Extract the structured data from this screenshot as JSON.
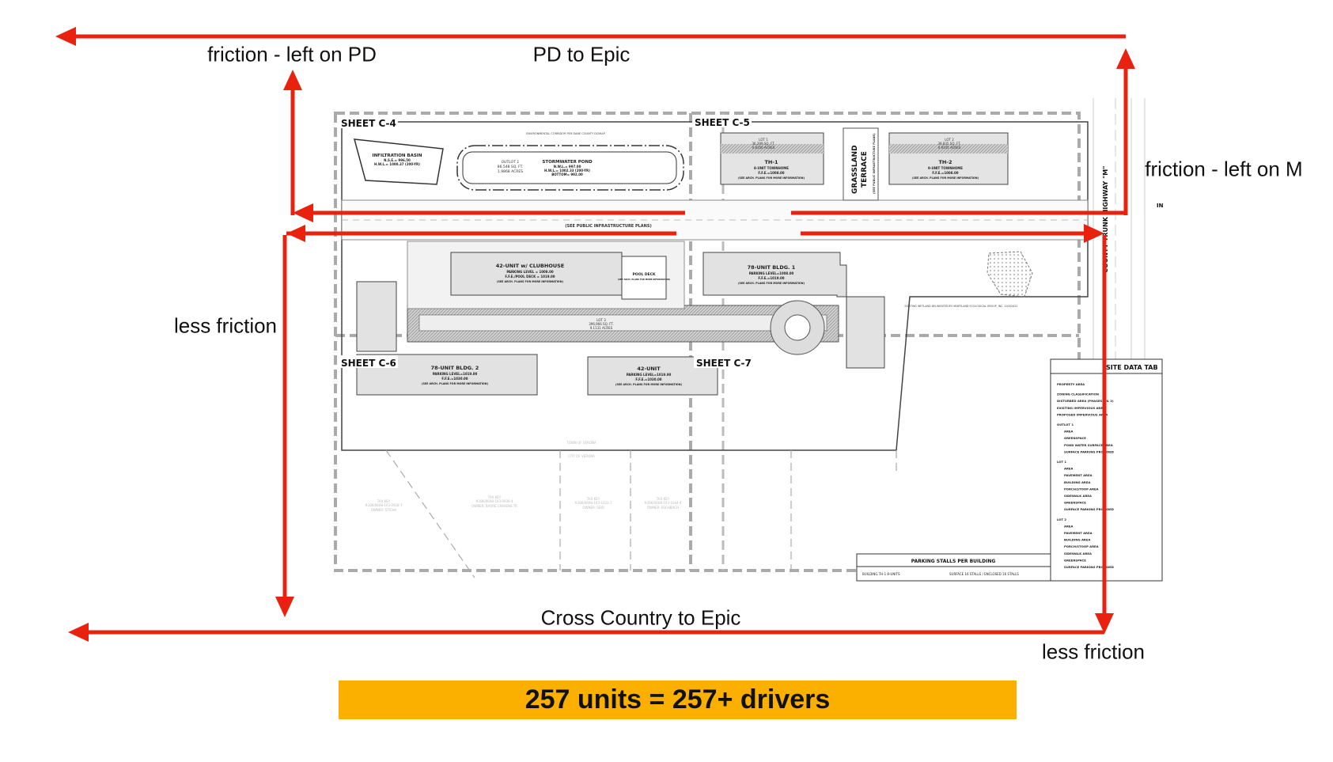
{
  "labels": {
    "top_left": "friction - left on PD",
    "top_center": "PD to Epic",
    "right": "friction - left on M",
    "left_middle": "less friction",
    "bottom_center": "Cross Country to Epic",
    "bottom_right": "less friction"
  },
  "banner": "257 units = 257+ drivers",
  "colors": {
    "arrow": "#e8220f",
    "banner": "#fbb000"
  },
  "plan": {
    "sheets": [
      "SHEET C-4",
      "SHEET C-5",
      "SHEET C-6",
      "SHEET C-7"
    ],
    "infiltration_basin": {
      "title": "INFILTRATION BASIN",
      "l1": "N.S.E.= 996.50",
      "l2": "H.W.L.= 1000.37 (200-YR)"
    },
    "outlot": {
      "title": "OUTLOT 1",
      "l1": "86,548 SQ. FT.",
      "l2": "1.9868 ACRES"
    },
    "pond": {
      "title": "STORMWATER POND",
      "l1": "N.W.L.= 997.00",
      "l2": "H.W.L.= 1002.33 (200-YR)",
      "l3": "BOTTOM= 992.00"
    },
    "env_corridor": "ENVIRONMENTAL CORRIDOR PER DANE COUNTY DCIMAP",
    "th1": {
      "lot": "LOT 1",
      "area": "36,399 SQ. FT.",
      "acres": "0.8356 ACRES",
      "title": "TH-1",
      "l1": "8-UNIT TOWNHOME",
      "l2": "F.F.E.=1008.00",
      "l3": "(SEE ARCH. PLANS FOR MORE INFORMATION)"
    },
    "th2": {
      "lot": "LOT 2",
      "area": "39,835 SQ. FT.",
      "acres": "0.9145 ACRES",
      "title": "TH-2",
      "l1": "9-UNIT TOWNHOME",
      "l2": "F.F.E.=1008.00",
      "l3": "(SEE ARCH. PLANS FOR MORE INFORMATION)"
    },
    "grassland": {
      "l1": "GRASSLAND",
      "l2": "TERRACE",
      "l3": "(SEE PUBLIC INFRASTRUCTURE PLANS)"
    },
    "road_note": "(SEE PUBLIC INFRASTRUCTURE PLANS)",
    "clubhouse": {
      "title": "42-UNIT w/ CLUBHOUSE",
      "l1": "PARKING LEVEL = 1008.00",
      "l2": "F.F.E./POOL DECK = 1019.00",
      "l3": "(SEE ARCH. PLANS FOR MORE INFORMATION)"
    },
    "pool": {
      "title": "POOL DECK",
      "l1": "(SEE ARCH. PLANS FOR MORE INFORMATION)"
    },
    "lot3": {
      "lot": "LOT 3",
      "area": "396,966 SQ. FT.",
      "acres": "9.1131 ACRES"
    },
    "bldg1": {
      "title": "78-UNIT BLDG. 1",
      "l1": "PARKING LEVEL=1008.00",
      "l2": "F.F.E.=1019.00",
      "l3": "(SEE ARCH. PLANS FOR MORE INFORMATION)"
    },
    "bldg2": {
      "title": "78-UNIT BLDG. 2",
      "l1": "PARKING LEVEL=1019.00",
      "l2": "F.F.E.=1030.00",
      "l3": "(SEE ARCH. PLANS FOR MORE INFORMATION)"
    },
    "unit42": {
      "title": "42-UNIT",
      "l1": "PARKING LEVEL=1019.00",
      "l2": "F.F.E.=1030.00",
      "l3": "(SEE ARCH. PLANS FOR MORE INFORMATION)"
    },
    "wetland": "EXISTING WETLAND DELINEATED BY HEARTLAND ECOLOGICAL GROUP, INC. 10/3/2022",
    "highway": "COUNTY TRUNK HIGHWAY \"M\"",
    "in_label": "IN",
    "town": "TOWN OF VERONA",
    "city": "CITY OF VERONA",
    "parcels": [
      {
        "l1": "TAX KEY",
        "l2": "#286/0608-103-0928-7",
        "l3": "OWNER: STICHA"
      },
      {
        "l1": "TAX KEY",
        "l2": "#286/0608-103-0939-4",
        "l3": "OWNER: BARRE CRAVENS TR"
      },
      {
        "l1": "TAX KEY",
        "l2": "#286/0608-103-1033-7",
        "l3": "OWNER: SEID"
      },
      {
        "l1": "TAX KEY",
        "l2": "#286/0608-103-1044-4",
        "l3": "OWNER: ESCHBACH"
      }
    ],
    "site_table": {
      "title": "SITE DATA TAB",
      "rows": [
        "PROPERTY AREA",
        "ZONING CLASSIFICATION",
        "DISTURBED AREA (PHASES 1 & 2)",
        "EXISTING IMPERVIOUS AREA",
        "PROPOSED IMPERVIOUS AREA",
        "OUTLOT 1",
        "AREA",
        "GREENSPACE",
        "POND WATER SURFACE AREA",
        "SURFACE PARKING PROVIDED",
        "LOT 1",
        "AREA",
        "PAVEMENT AREA",
        "BUILDING AREA",
        "PORCH/STOOP AREA",
        "SIDEWALK AREA",
        "GREENSPACE",
        "SURFACE PARKING PROVIDED",
        "LOT 2",
        "AREA",
        "PAVEMENT AREA",
        "BUILDING AREA",
        "PORCH/STOOP AREA",
        "SIDEWALK AREA",
        "GREENSPACE",
        "SURFACE PARKING PROVIDED"
      ]
    },
    "parking_table": {
      "title": "PARKING STALLS PER BUILDING",
      "row_left": "BUILDING TH-1 8-UNITS",
      "row_right": "SURFACE 16 STALLS / ENCLOSED 16 STALLS"
    }
  }
}
